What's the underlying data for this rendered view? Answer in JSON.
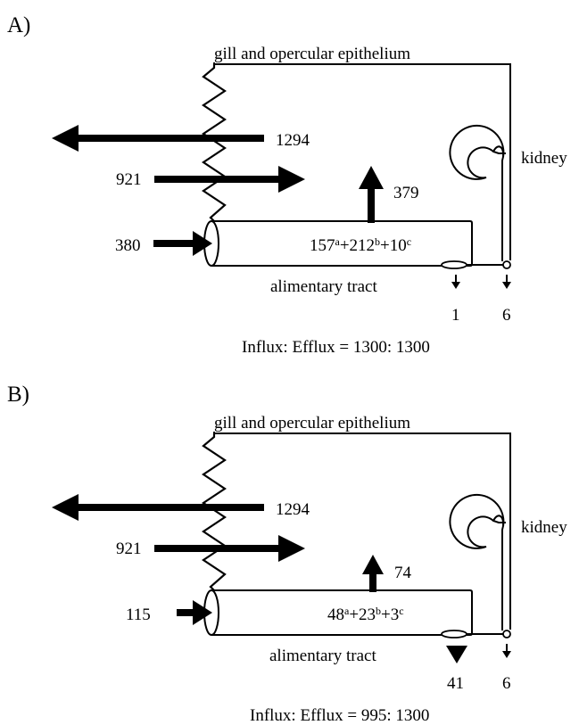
{
  "panels": [
    {
      "label": "A)",
      "membrane_label": "gill and opercular epithelium",
      "organ_label": "kidney",
      "tract_label": "alimentary tract",
      "efflux_gill": "1294",
      "influx_gill": "921",
      "drinking": "380",
      "tract_absorption": "379",
      "tract_terms": [
        {
          "value": "157",
          "superscript": "a"
        },
        {
          "value": "212",
          "superscript": "b"
        },
        {
          "value": "10",
          "superscript": "c"
        }
      ],
      "tract_excretion": "1",
      "kidney_excretion": "6",
      "balance": "Influx: Efflux = 1300: 1300"
    },
    {
      "label": "B)",
      "membrane_label": "gill and opercular epithelium",
      "organ_label": "kidney",
      "tract_label": "alimentary tract",
      "efflux_gill": "1294",
      "influx_gill": "921",
      "drinking": "115",
      "tract_absorption": "74",
      "tract_terms": [
        {
          "value": "48",
          "superscript": "a"
        },
        {
          "value": "23",
          "superscript": "b"
        },
        {
          "value": "3",
          "superscript": "c"
        }
      ],
      "tract_excretion": "41",
      "kidney_excretion": "6",
      "balance": "Influx: Efflux = 995: 1300"
    }
  ]
}
